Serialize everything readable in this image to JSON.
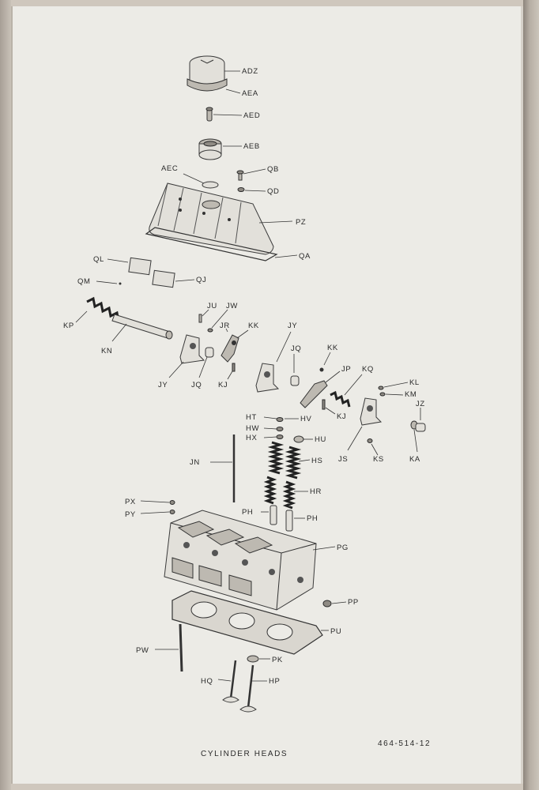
{
  "caption": "CYLINDER HEADS",
  "figure_number": "464-514-12",
  "callouts": {
    "adz": "ADZ",
    "aea": "AEA",
    "aed": "AED",
    "aeb": "AEB",
    "aec": "AEC",
    "qb": "QB",
    "qd": "QD",
    "pz": "PZ",
    "qa": "QA",
    "ql": "QL",
    "qm": "QM",
    "qj": "QJ",
    "ju": "JU",
    "jw": "JW",
    "kp": "KP",
    "kn": "KN",
    "jr": "JR",
    "kk1": "KK",
    "jy1": "JY",
    "jq1": "JQ",
    "kk2": "KK",
    "jy2": "JY",
    "jq2": "JQ",
    "kj1": "KJ",
    "jp": "JP",
    "kq": "KQ",
    "kl": "KL",
    "km": "KM",
    "kj2": "KJ",
    "jz": "JZ",
    "ht": "HT",
    "hv": "HV",
    "hw": "HW",
    "hx": "HX",
    "hu": "HU",
    "js": "JS",
    "ks": "KS",
    "ka": "KA",
    "jn": "JN",
    "hs": "HS",
    "hr": "HR",
    "px": "PX",
    "py": "PY",
    "ph1": "PH",
    "ph2": "PH",
    "pg": "PG",
    "pp": "PP",
    "pu": "PU",
    "pw": "PW",
    "pk": "PK",
    "hq": "HQ",
    "hp": "HP"
  }
}
